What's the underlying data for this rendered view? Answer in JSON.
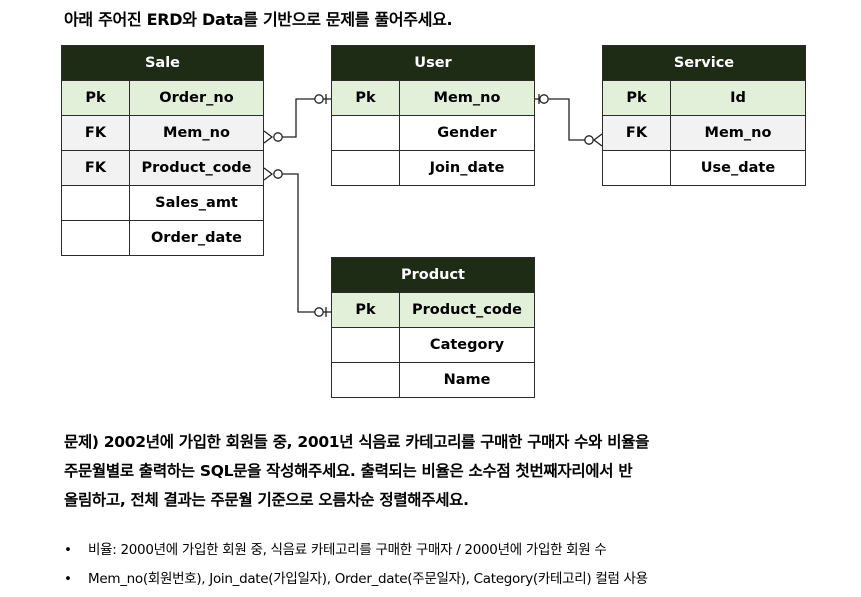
{
  "title": "아래 주어진 ERD와 Data를 기반으로 문제를 풀어주세요.",
  "erd": {
    "sale": {
      "name": "Sale",
      "rows": [
        {
          "key": "Pk",
          "column": "Order_no"
        },
        {
          "key": "FK",
          "column": "Mem_no"
        },
        {
          "key": "FK",
          "column": "Product_code"
        },
        {
          "key": "",
          "column": "Sales_amt"
        },
        {
          "key": "",
          "column": "Order_date"
        }
      ]
    },
    "user": {
      "name": "User",
      "rows": [
        {
          "key": "Pk",
          "column": "Mem_no"
        },
        {
          "key": "",
          "column": "Gender"
        },
        {
          "key": "",
          "column": "Join_date"
        }
      ]
    },
    "service": {
      "name": "Service",
      "rows": [
        {
          "key": "Pk",
          "column": "Id"
        },
        {
          "key": "FK",
          "column": "Mem_no"
        },
        {
          "key": "",
          "column": "Use_date"
        }
      ]
    },
    "product": {
      "name": "Product",
      "rows": [
        {
          "key": "Pk",
          "column": "Product_code"
        },
        {
          "key": "",
          "column": "Category"
        },
        {
          "key": "",
          "column": "Name"
        }
      ]
    }
  },
  "colors": {
    "header_bg": "#1e2b15",
    "pk_row_bg": "#e2efd9",
    "fk_row_bg": "#f2f2f2",
    "border": "#2b2b2b"
  },
  "question": {
    "line1": "문제) 2002년에 가입한 회원들 중, 2001년 식음료 카테고리를 구매한 구매자 수와 비율을",
    "line2": "주문월별로 출력하는 SQL문을 작성해주세요. 출력되는 비율은 소수점 첫번째자리에서 반",
    "line3": "올림하고, 전체 결과는 주문월 기준으로 오름차순 정렬해주세요."
  },
  "notes": {
    "bullet": "•",
    "items": [
      "비율: 2000년에 가입한 회원 중, 식음료 카테고리를 구매한 구매자 / 2000년에 가입한 회원 수",
      "Mem_no(회원번호), Join_date(가입일자), Order_date(주문일자), Category(카테고리) 컬럼 사용"
    ]
  }
}
